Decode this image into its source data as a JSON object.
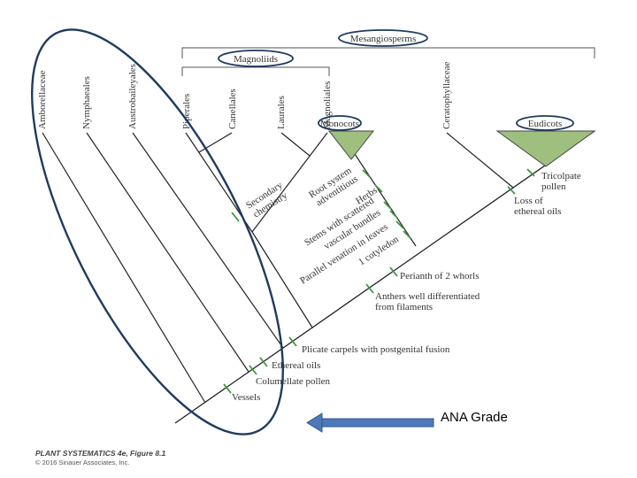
{
  "groups": {
    "mesangiosperms": "Mesangiosperms",
    "magnoliids": "Magnoliids",
    "monocots": "Monocots",
    "eudicots": "Eudicots"
  },
  "taxa": [
    "Amborellaceae",
    "Nymphaeales",
    "Austrobaileyales",
    "Piperales",
    "Canellales",
    "Laurales",
    "Magnoliales",
    "Ceratophyllaceae"
  ],
  "characters": {
    "vessels": "Vessels",
    "columellate": "Columellate pollen",
    "ethereal": "Ethereal oils",
    "plicate": "Plicate carpels with postgenital fusion",
    "anthers_1": "Anthers well differentiated",
    "anthers_2": "from filaments",
    "perianth": "Perianth of 2 whorls",
    "secondary_1": "Secondary",
    "secondary_2": "chemistry",
    "root_1": "Root system",
    "root_2": "adventitious",
    "herbs": "Herbs",
    "stems_1": "Stems with scattered",
    "stems_2": "vascular bundles",
    "parallel": "Parallel venation in leaves",
    "cotyledon": "1 cotyledon",
    "tricolpate_1": "Tricolpate",
    "tricolpate_2": "pollen",
    "loss_1": "Loss of",
    "loss_2": "ethereal oils"
  },
  "grade_label": "ANA Grade",
  "credit": {
    "title": "PLANT SYSTEMATICS 4e, Figure 8.1",
    "copyright": "© 2016 Sinauer Associates, Inc."
  },
  "colors": {
    "line": "#222222",
    "tick": "#3a9a3a",
    "ellipse": "#1f3b5e",
    "arrow": "#4d79b8",
    "triangle": "#9fbf7f"
  }
}
